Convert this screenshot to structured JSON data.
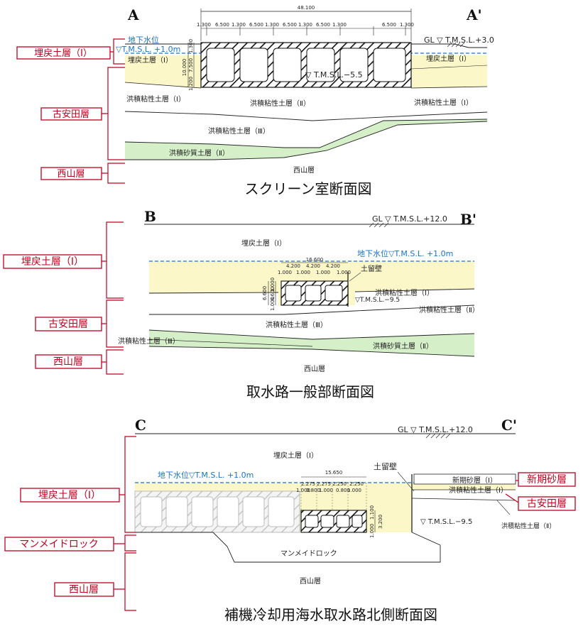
{
  "colors": {
    "fill_soil": "#fbf7c9",
    "fill_sand": "#d5f0c9",
    "groundwater_line": "#1a73c9",
    "layer_label": "#c0001e"
  },
  "section1": {
    "left_mark": "A",
    "right_mark": "A'",
    "title": "スクリーン室断面図",
    "gw_label": "地下水位",
    "gw_level": "▽T.M.S.L. +1.0m",
    "gl_label": "GL ▽ T.M.S.L.+3.0",
    "bottom_level": "▽ T.M.S.L.−5.5",
    "total_width": "48.100",
    "spans": [
      "1.300",
      "6.500",
      "1.300",
      "6.500",
      "1.300",
      "6.500",
      "1.300",
      "6.500",
      "1.300",
      "6.500",
      "1.300"
    ],
    "heights": [
      "10.000",
      "1.300",
      "7.500",
      "1.200"
    ],
    "fill_left": "埋戻土層（Ⅰ）",
    "fill_right": "埋戻土層（Ⅰ）",
    "clay1_left": "洪積粘性土層（Ⅰ）",
    "clay1_right": "洪積粘性土層（Ⅰ）",
    "clay2": "洪積粘性土層（Ⅱ）",
    "clay3": "洪積粘性土層（Ⅲ）",
    "sand2": "洪積砂質土層（Ⅱ）",
    "bedrock": "西山層",
    "layers": [
      "埋戻土層（Ⅰ）",
      "古安田層",
      "西山層"
    ]
  },
  "section2": {
    "left_mark": "B",
    "right_mark": "B'",
    "title": "取水路一般部断面図",
    "gl_label": "GL ▽ T.M.S.L.+12.0",
    "gw_label": "地下水位▽T.M.S.L. +1.0m",
    "bottom_level": "▽T.M.S.L.−9.5",
    "fill": "埋戻土層（Ⅰ）",
    "wall": "土留壁",
    "total_width": "16.600",
    "spans_inner": [
      "4.200",
      "4.200",
      "4.200"
    ],
    "spans_wall": [
      "1.000",
      "1.000",
      "1.000",
      "1.000"
    ],
    "heights": [
      "6.600",
      "1.000",
      "4.600",
      "1.000"
    ],
    "clay1": "洪積粘性土層（Ⅰ）",
    "clay2": "洪積粘性土層（Ⅱ）",
    "clay3_mid": "洪積粘性土層（Ⅲ）",
    "clay3_left": "洪積粘性土層（Ⅲ）",
    "sand2": "洪積砂質土層（Ⅱ）",
    "bedrock": "西山層",
    "layers": [
      "埋戻土層（Ⅰ）",
      "古安田層",
      "西山層"
    ]
  },
  "section3": {
    "left_mark": "C",
    "right_mark": "C'",
    "title": "補機冷却用海水取水路北側断面図",
    "gl_label": "GL ▽ T.M.S.L.+12.0",
    "gw_label": "地下水位▽T.M.S.L. +1.0m",
    "bottom_level": "▽ T.M.S.L.−9.5",
    "fill": "埋戻土層（Ⅰ）",
    "wall": "土留壁",
    "total_width": "15.650",
    "spans": [
      "2.275",
      "2.275",
      "2.250",
      "2.250"
    ],
    "spans_wall": [
      "1.000",
      "0.800",
      "1.000",
      "0.800",
      "1.000"
    ],
    "heights": [
      "1.100",
      "3.200",
      "1.000"
    ],
    "new_sand": "新期砂層（Ⅰ）",
    "clay1": "洪積粘性土層（Ⅰ）",
    "clay2": "洪積粘性土層（Ⅱ）",
    "manmade": "マンメイドロック",
    "bedrock": "西山層",
    "layers": [
      "埋戻土層（Ⅰ）",
      "マンメイドロック",
      "西山層"
    ],
    "callouts": [
      "新期砂層",
      "古安田層"
    ]
  }
}
